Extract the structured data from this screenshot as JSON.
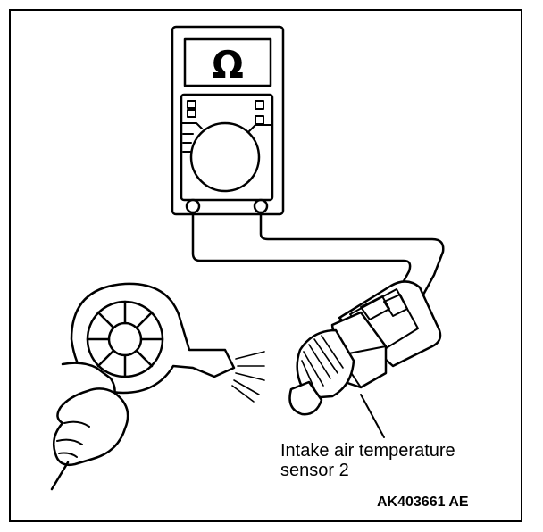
{
  "figure": {
    "meter_display": "Ω",
    "component_label_line1": "Intake air temperature",
    "component_label_line2": "sensor 2",
    "figure_code": "AK403661 AE"
  },
  "icons": {
    "meter": "ohmmeter-icon",
    "dryer": "hair-dryer-icon",
    "sensor": "temperature-sensor-icon",
    "hand": "hand-icon"
  }
}
